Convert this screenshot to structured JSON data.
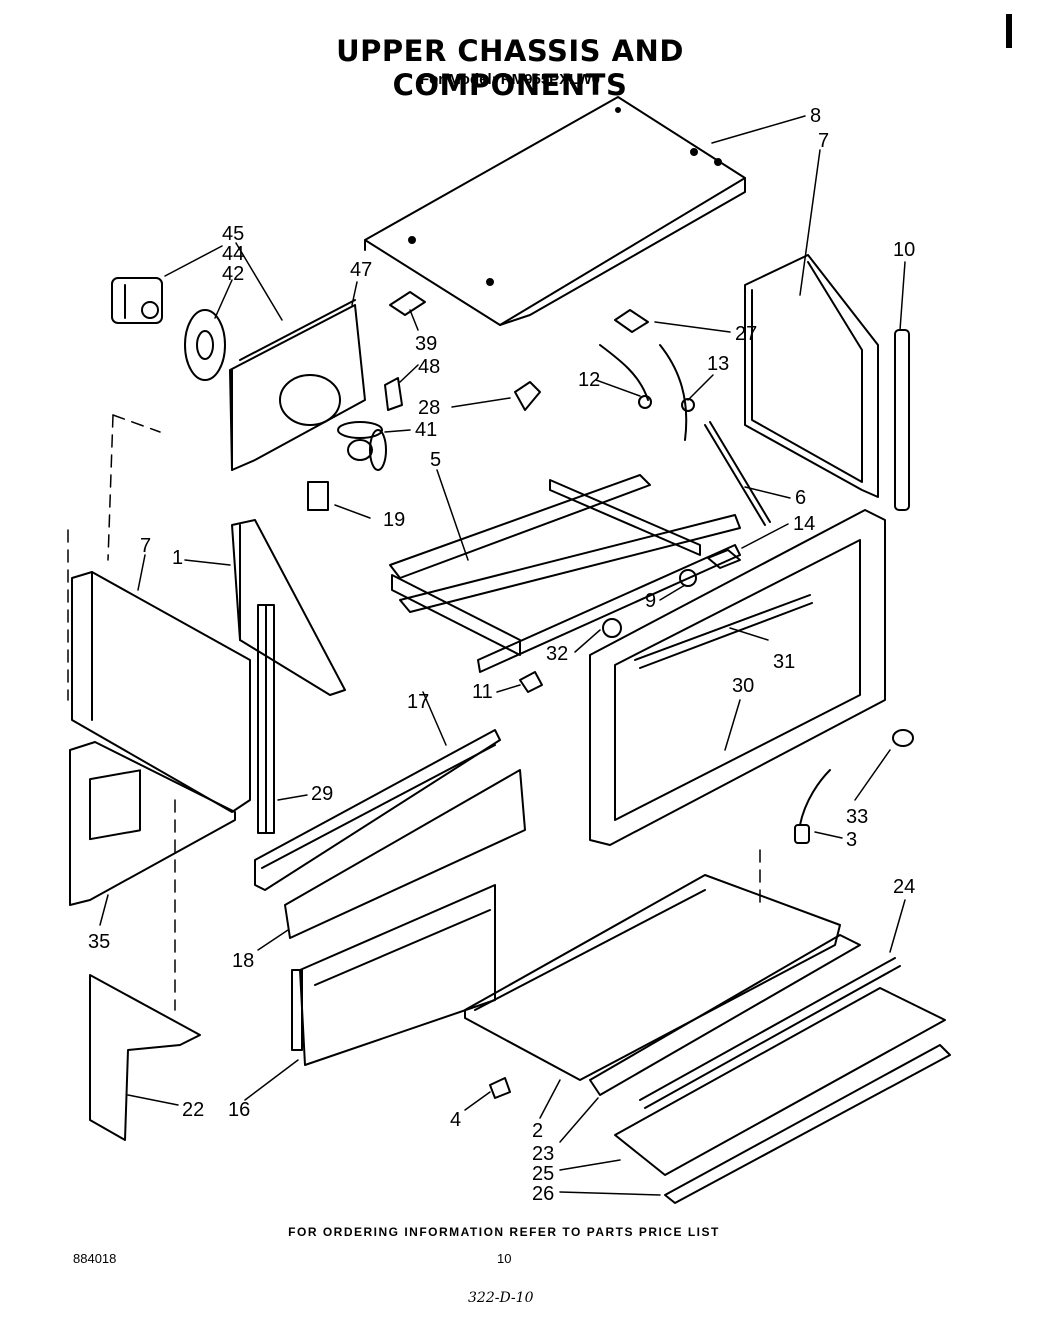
{
  "header": {
    "title": "UPPER CHASSIS AND COMPONENTS",
    "subtitle": "For Model: RM955PXLW0"
  },
  "footer": {
    "ordering_note": "FOR ORDERING INFORMATION REFER TO PARTS PRICE LIST",
    "doc_number": "884018",
    "page_number": "10",
    "handwritten_ref": "322-D-10"
  },
  "callouts": [
    "8",
    "7",
    "10",
    "45",
    "44",
    "42",
    "47",
    "39",
    "48",
    "27",
    "12",
    "13",
    "28",
    "41",
    "5",
    "6",
    "14",
    "19",
    "7",
    "1",
    "9",
    "32",
    "31",
    "11",
    "30",
    "17",
    "29",
    "33",
    "3",
    "35",
    "24",
    "18",
    "16",
    "22",
    "4",
    "2",
    "23",
    "25",
    "26"
  ]
}
